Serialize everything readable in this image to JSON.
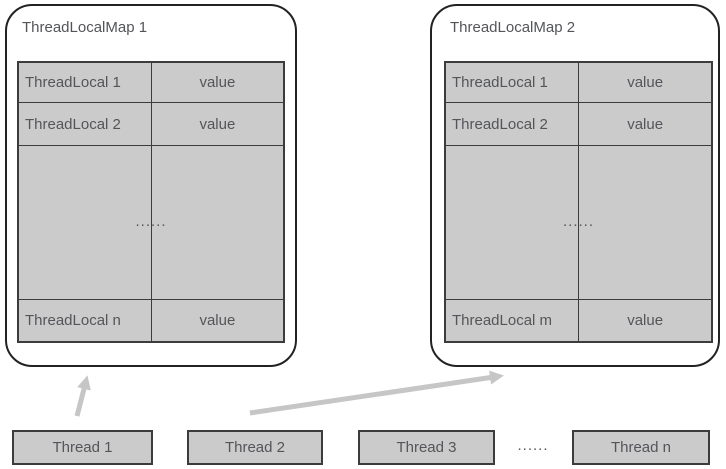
{
  "colors": {
    "cell_fill": "#cbcbcb",
    "cell_border": "#3c3c3c",
    "card_border": "#222222",
    "text": "#545559",
    "arrow": "#c6c6c6"
  },
  "map1": {
    "title": "ThreadLocalMap 1",
    "rows": [
      {
        "key": "ThreadLocal 1",
        "value": "value"
      },
      {
        "key": "ThreadLocal 2",
        "value": "value"
      },
      {
        "key": "ThreadLocal n",
        "value": "value"
      }
    ],
    "ellipsis": "......"
  },
  "map2": {
    "title": "ThreadLocalMap 2",
    "rows": [
      {
        "key": "ThreadLocal 1",
        "value": "value"
      },
      {
        "key": "ThreadLocal 2",
        "value": "value"
      },
      {
        "key": "ThreadLocal m",
        "value": "value"
      }
    ],
    "ellipsis": "......"
  },
  "threads": {
    "t1": "Thread 1",
    "t2": "Thread 2",
    "t3": "Thread 3",
    "ellipsis": "......",
    "tn": "Thread n"
  }
}
